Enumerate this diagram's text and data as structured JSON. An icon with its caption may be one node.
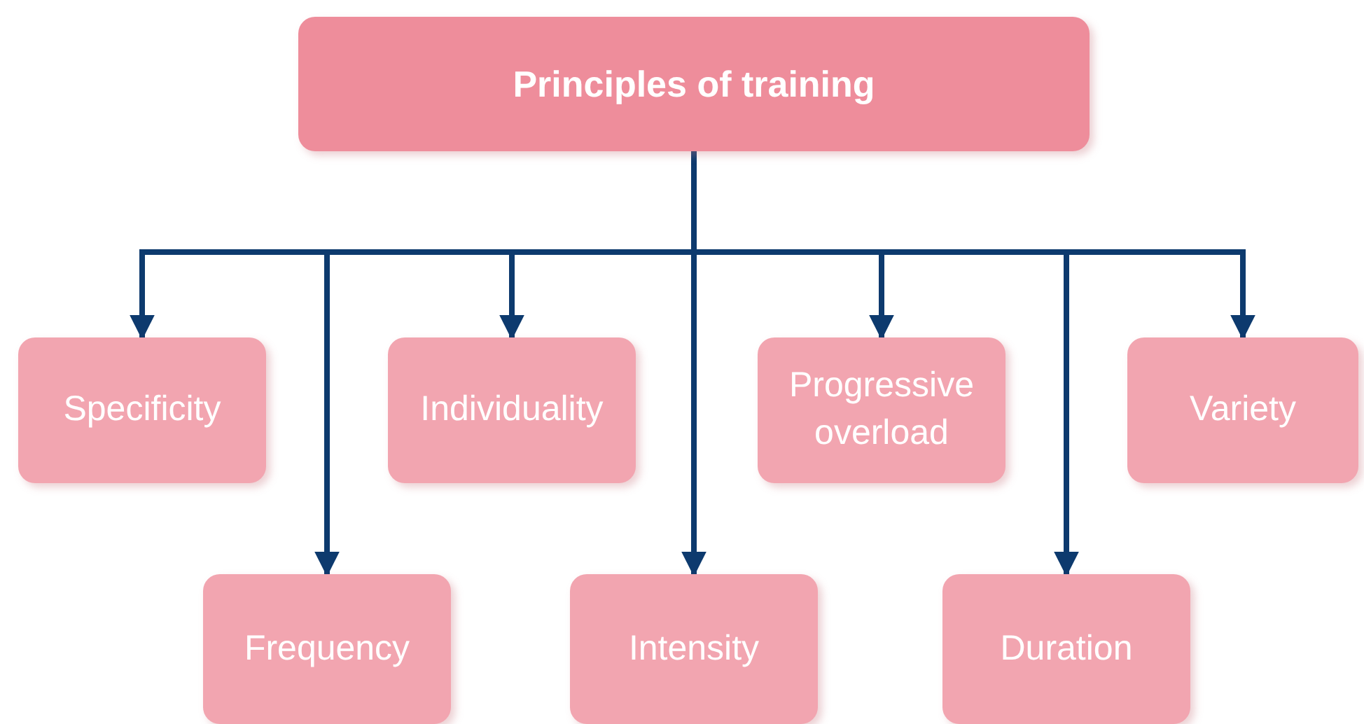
{
  "diagram": {
    "nodes": [
      {
        "text": [
          "Principles of training"
        ]
      },
      {
        "text": [
          "Specificity"
        ]
      },
      {
        "text": [
          "Frequency"
        ]
      },
      {
        "text": [
          "Individuality"
        ]
      },
      {
        "text": [
          "Intensity"
        ]
      },
      {
        "text": [
          "Progressive overload"
        ]
      },
      {
        "text": [
          "Duration"
        ]
      },
      {
        "text": [
          "Variety"
        ]
      }
    ],
    "edges": [
      {
        "from": 0,
        "to": 1,
        "arrow": "to"
      },
      {
        "from": 0,
        "to": 2,
        "arrow": "to"
      },
      {
        "from": 0,
        "to": 3,
        "arrow": "to"
      },
      {
        "from": 0,
        "to": 4,
        "arrow": "to"
      },
      {
        "from": 0,
        "to": 5,
        "arrow": "to"
      },
      {
        "from": 0,
        "to": 6,
        "arrow": "to"
      },
      {
        "from": 0,
        "to": 7,
        "arrow": "to"
      }
    ]
  }
}
